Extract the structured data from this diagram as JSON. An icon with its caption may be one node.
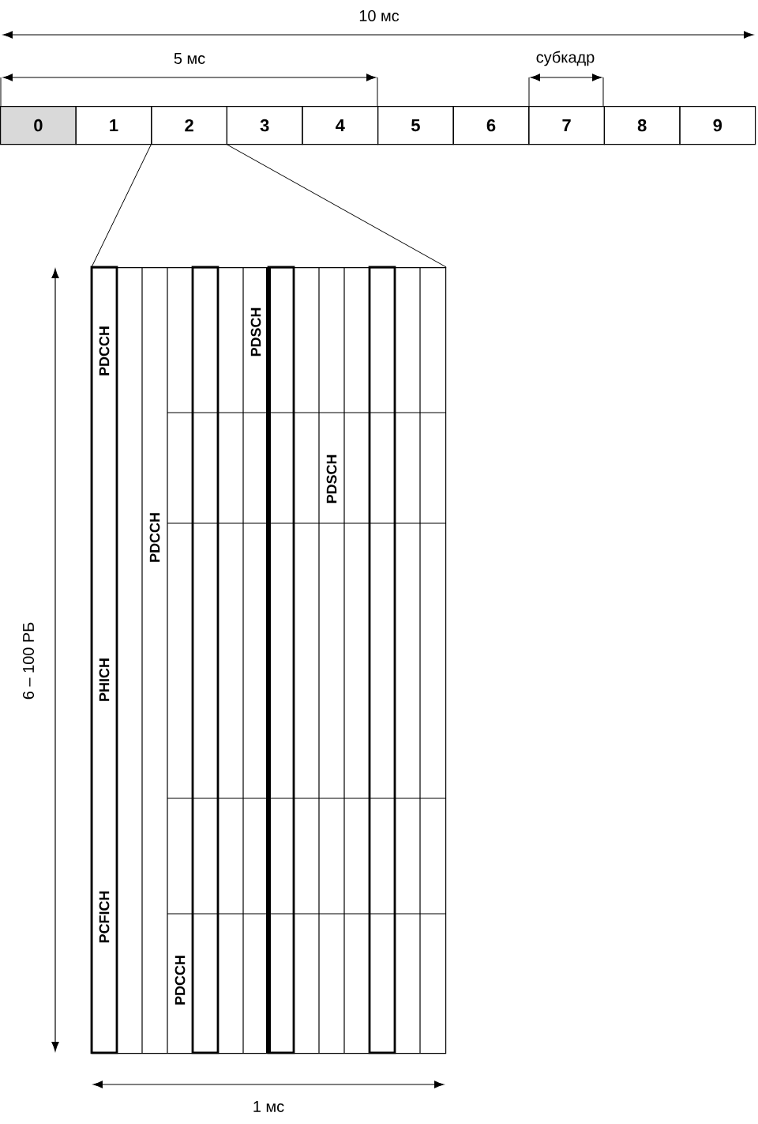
{
  "diagram": {
    "nodes": [
      {
        "text": [
          "0"
        ]
      },
      {
        "text": [
          "1"
        ]
      },
      {
        "text": [
          "2"
        ]
      },
      {
        "text": [
          "3"
        ]
      },
      {
        "text": [
          "4"
        ]
      },
      {
        "text": [
          "5"
        ]
      },
      {
        "text": [
          "6"
        ]
      },
      {
        "text": [
          "7"
        ]
      },
      {
        "text": [
          "8"
        ]
      },
      {
        "text": [
          "9"
        ]
      },
      {
        "text": [],
        "shape": "box"
      }
    ],
    "edges": [
      {
        "from": 2,
        "to": 10,
        "arrow": "none"
      },
      {
        "from": 2,
        "to": 10,
        "arrow": "none"
      }
    ],
    "labels": [
      "10 мс",
      "5 мс",
      "субкадр",
      "PDCCH",
      "PDSCH",
      "PDSCH",
      "PDCCH",
      "6 – 100 РБ",
      "PHICH",
      "PCFICH",
      "PDCCH",
      "1 мс"
    ]
  }
}
